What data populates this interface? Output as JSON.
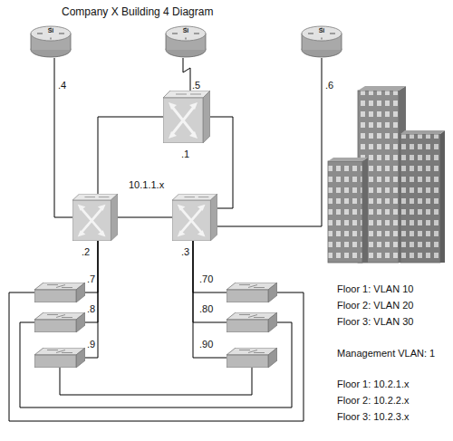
{
  "diagram": {
    "title": "Company X Building 4 Diagram",
    "nodes": [
      {
        "text": [
          "Si",
          ".4"
        ]
      },
      {
        "text": [
          "Si",
          ".5"
        ]
      },
      {
        "text": [
          "Si",
          ".6"
        ]
      },
      {
        "text": [
          ".1"
        ]
      },
      {
        "text": [
          ".2"
        ]
      },
      {
        "text": [
          ".3"
        ]
      },
      {
        "text": [
          ".7"
        ]
      },
      {
        "text": [
          ".70"
        ]
      },
      {
        "text": [
          ".8"
        ]
      },
      {
        "text": [
          ".80"
        ]
      },
      {
        "text": [
          ".9"
        ]
      },
      {
        "text": [
          ".90"
        ]
      }
    ],
    "edges": [
      {
        "from": 0,
        "to": 4,
        "arrow": "none"
      },
      {
        "from": 1,
        "to": 3,
        "arrow": "none"
      },
      {
        "from": 2,
        "to": 5,
        "arrow": "none"
      },
      {
        "from": 3,
        "to": 4,
        "arrow": "none"
      },
      {
        "from": 3,
        "to": 5,
        "arrow": "none"
      },
      {
        "from": 4,
        "to": 5,
        "arrow": "none"
      },
      {
        "from": 4,
        "to": 6,
        "arrow": "none"
      },
      {
        "from": 4,
        "to": 8,
        "arrow": "none"
      },
      {
        "from": 4,
        "to": 10,
        "arrow": "none"
      },
      {
        "from": 5,
        "to": 7,
        "arrow": "none"
      },
      {
        "from": 5,
        "to": 9,
        "arrow": "none"
      },
      {
        "from": 5,
        "to": 11,
        "arrow": "none"
      },
      {
        "from": 6,
        "to": 7,
        "arrow": "none"
      },
      {
        "from": 8,
        "to": 9,
        "arrow": "none"
      },
      {
        "from": 10,
        "to": 11,
        "arrow": "none"
      }
    ],
    "labels": [
      "10.1.1.x",
      "Floor 1: VLAN 10",
      "Floor 2: VLAN 20",
      "Floor 3: VLAN 30",
      "Management VLAN: 1",
      "Floor 1: 10.2.1.x",
      "Floor 2: 10.2.2.x",
      "Floor 3: 10.2.3.x"
    ]
  }
}
